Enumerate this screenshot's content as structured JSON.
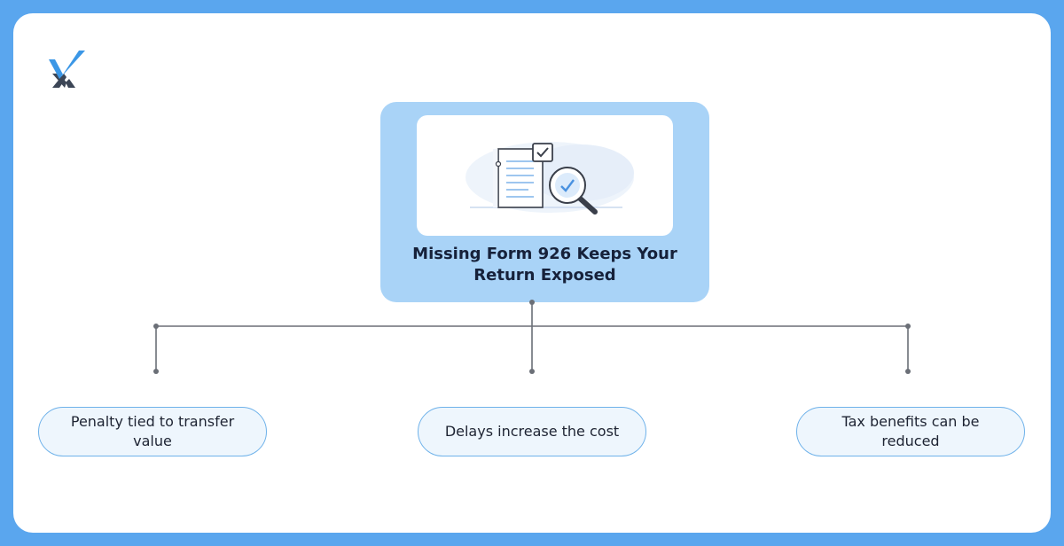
{
  "diagram": {
    "root": {
      "title": "Missing Form 926 Keeps Your Return Exposed",
      "illustration": "document-with-magnifier-check-icon"
    },
    "children": [
      {
        "label": "Penalty tied to transfer value"
      },
      {
        "label": "Delays increase the cost"
      },
      {
        "label": "Tax benefits can be reduced"
      }
    ]
  },
  "colors": {
    "background": "#5aa6ee",
    "card": "#ffffff",
    "root_box": "#a9d3f7",
    "leaf_fill": "#eef6fd",
    "leaf_border": "#6fb2ea",
    "connector": "#6b6f77",
    "logo_blue": "#3b97e6",
    "logo_dark": "#3c4656"
  },
  "logo": {
    "icon": "checkmark-x-logo-icon"
  }
}
